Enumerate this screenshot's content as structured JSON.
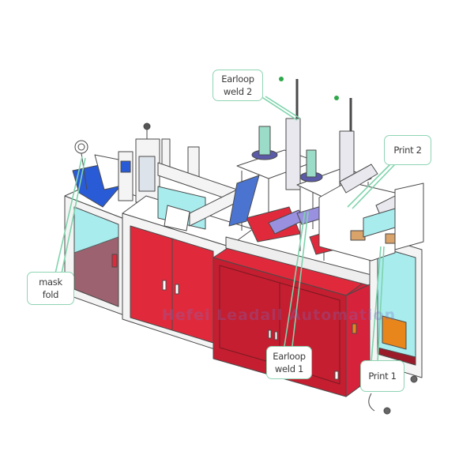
{
  "diagram": {
    "subject": "Mask production machine (isometric CAD drawing)",
    "colors": {
      "cabinet_red": "#e02a3c",
      "cabinet_red_dark": "#c41e30",
      "frame_white": "#f4f4f4",
      "outline": "#4a4a4a",
      "glass_cyan": "#a8ecee",
      "fold_blue": "#2a5bd7",
      "callout_border": "#8fd4b4",
      "leader_green": "#7fd3ac",
      "print_brown": "#d9a36a",
      "orange_box": "#e8861c",
      "floor_maroon": "#9a4a5a"
    },
    "watermark": "Hefei Leadall Automation"
  },
  "callouts": [
    {
      "id": "earloop-weld-2",
      "line1": "Earloop",
      "line2": "weld 2"
    },
    {
      "id": "print-2",
      "line1": "Print 2",
      "line2": ""
    },
    {
      "id": "mask-fold",
      "line1": "mask",
      "line2": "fold"
    },
    {
      "id": "earloop-weld-1",
      "line1": "Earloop",
      "line2": "weld 1"
    },
    {
      "id": "print-1",
      "line1": "Print 1",
      "line2": ""
    }
  ]
}
